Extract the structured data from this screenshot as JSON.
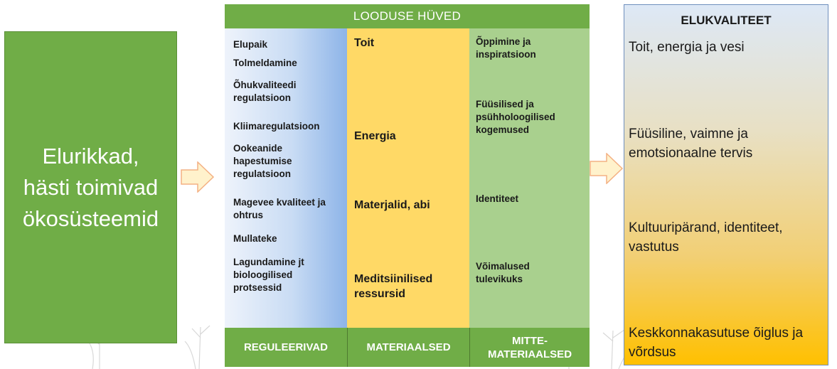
{
  "ecosystems": {
    "line1": "Elurikkad,",
    "line2": "hästi toimivad",
    "line3": "ökosüsteemid"
  },
  "nature_goods": {
    "title": "LOODUSE HÜVED",
    "regulating": {
      "items": [
        "Elupaik",
        "Tolmeldamine",
        "Õhukvaliteedi regulatsioon",
        "Kliimaregulatsioon",
        "Ookeanide hapestumise regulatsioon",
        "Magevee kvaliteet ja ohtrus",
        "Mullateke",
        "Lagundamine jt bioloogilised protsessid"
      ]
    },
    "material": {
      "items": [
        "Toit",
        "Energia",
        "Materjalid, abi",
        "Meditsiinilised ressursid"
      ]
    },
    "nonmaterial": {
      "items": [
        "Õppimine ja inspiratsioon",
        "Füüsilised ja psühholoogilised kogemused",
        "Identiteet",
        "Võimalused tulevikuks"
      ]
    },
    "footer": {
      "regulating": "REGULEERIVAD",
      "material": "MATERIAALSED",
      "nonmaterial_1": "MITTE-",
      "nonmaterial_2": "MATERIAALSED"
    }
  },
  "quality_of_life": {
    "title": "ELUKVALITEET",
    "items": [
      "Toit, energia ja vesi",
      "Füüsiline, vaimne ja emotsionaalne tervis",
      "Kultuuripärand, identiteet, vastutus",
      "Keskkonnakasutuse õiglus ja võrdsus"
    ]
  },
  "colors": {
    "green": "#70ad47",
    "yellow": "#ffd966",
    "light_green": "#a9d08e",
    "blue": "#8db4e8",
    "orange": "#ffc000"
  },
  "icons": [
    "right-arrow-icon",
    "right-arrow-icon"
  ]
}
